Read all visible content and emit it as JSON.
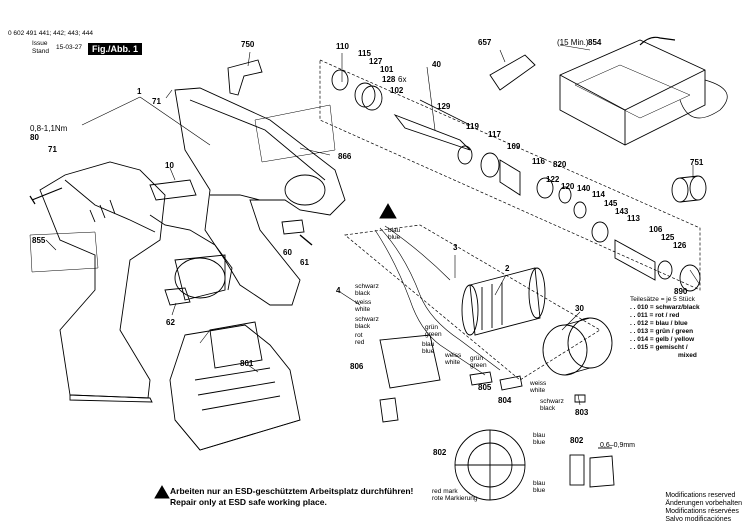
{
  "header": {
    "code": "0 602 491 441; 442; 443; 444",
    "issue_label": "Issue",
    "stand_label": "Stand",
    "date": "15-03-27",
    "figure": "Fig./Abb. 1"
  },
  "parts": [
    "750",
    "110",
    "115",
    "127",
    "101",
    "40",
    "657",
    "(15 Min.)",
    "854",
    "1",
    "71",
    "128",
    "6x",
    "102",
    "129",
    "80",
    "0,8-1,1Nm",
    "71",
    "119",
    "117",
    "109",
    "116",
    "820",
    "122",
    "120",
    "140",
    "114",
    "145",
    "143",
    "113",
    "106",
    "125",
    "126",
    "751",
    "866",
    "10",
    "60",
    "61",
    "855",
    "62",
    "3",
    "2",
    "4",
    "30",
    "890",
    "806",
    "801",
    "805",
    "804",
    "803",
    "802",
    "802",
    "0,6–0,9mm"
  ],
  "wires": {
    "schwarz_black_1": [
      "schwarz",
      "black"
    ],
    "weiss_white_1": [
      "weiss",
      "white"
    ],
    "schwarz_black_2": [
      "schwarz",
      "black"
    ],
    "rot_red": [
      "rot",
      "red"
    ],
    "gruen_green_1": [
      "grün",
      "green"
    ],
    "blau_blue_1": [
      "blau",
      "blue"
    ],
    "gruen_green_2": [
      "grün",
      "green"
    ],
    "weiss_white_2": [
      "weiss",
      "white"
    ],
    "weiss_white_3": [
      "weiss",
      "white"
    ],
    "schwarz_black_3": [
      "schwarz",
      "black"
    ],
    "blau_blue_2": [
      "blau",
      "blue"
    ],
    "blau_blue_3": [
      "blau",
      "blue"
    ],
    "blau_blue_4": [
      "blau",
      "blue"
    ],
    "red_mark": [
      "red mark",
      "rote Markierung"
    ]
  },
  "legend": {
    "title": "Teilesätze = je 5 Stück",
    "rows": [
      ". . 010 = schwarz/black",
      ". . 011 = rot / red",
      ". . 012 = blau / blue",
      ". . 013 = grün / green",
      ". . 014 = gelb / yellow",
      ". . 015 = gemischt /",
      "mixed"
    ]
  },
  "footer": {
    "de": "Arbeiten nur an ESD-geschütztem Arbeitsplatz durchführen!",
    "en": "Repair only at ESD safe working place."
  },
  "modifications": [
    "Modifications reserved",
    "Änderungen vorbehalten",
    "Modifications réservées",
    "Salvo modificaciónes"
  ]
}
